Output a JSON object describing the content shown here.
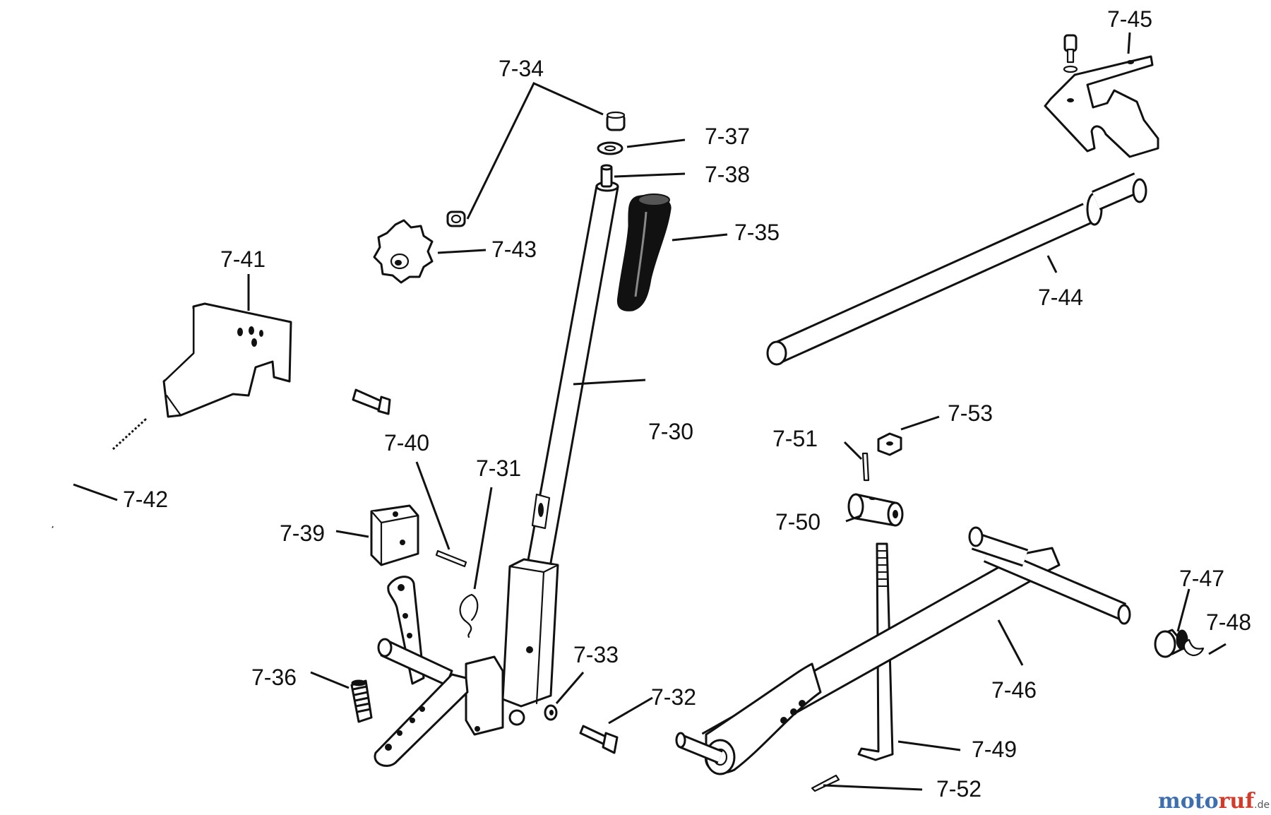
{
  "labels": {
    "p30": "7-30",
    "p31": "7-31",
    "p32": "7-32",
    "p33": "7-33",
    "p34": "7-34",
    "p35": "7-35",
    "p36": "7-36",
    "p37": "7-37",
    "p38": "7-38",
    "p39": "7-39",
    "p40": "7-40",
    "p41": "7-41",
    "p42": "7-42",
    "p43": "7-43",
    "p44": "7-44",
    "p45": "7-45",
    "p46": "7-46",
    "p47": "7-47",
    "p48": "7-48",
    "p49": "7-49",
    "p50": "7-50",
    "p51": "7-51",
    "p52": "7-52",
    "p53": "7-53"
  },
  "watermark": {
    "brand_part1": "moto",
    "brand_part2": "ruf",
    "suffix": ".de"
  }
}
